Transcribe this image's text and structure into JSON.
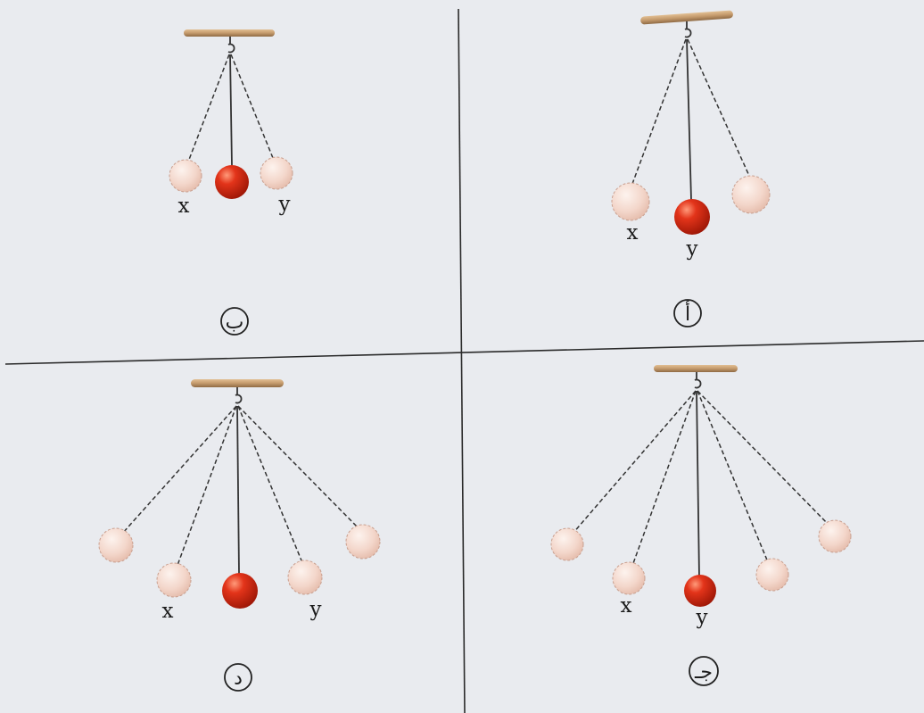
{
  "colors": {
    "background": "#e9ebef",
    "divider": "#2a2a2a",
    "rod": "#c49a6c",
    "string": "#333333",
    "ball_center": "#d42a12",
    "ball_ghost": "#f2d3c6"
  },
  "panels": {
    "a": {
      "caption": "أ",
      "label_x": "x",
      "label_y": "y"
    },
    "b": {
      "caption": "ب",
      "label_x": "x",
      "label_y": "y"
    },
    "c": {
      "caption": "جـ",
      "label_x": "x",
      "label_y": "y"
    },
    "d": {
      "caption": "د",
      "label_x": "x",
      "label_y": "y"
    }
  }
}
